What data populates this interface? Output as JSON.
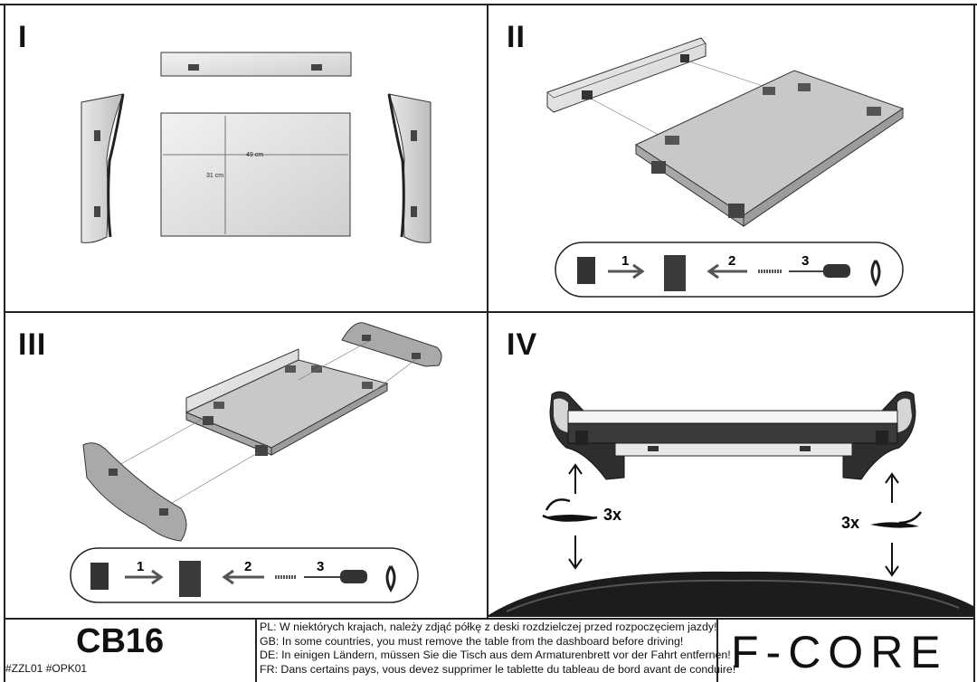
{
  "panels": [
    {
      "numeral": "I"
    },
    {
      "numeral": "II"
    },
    {
      "numeral": "III"
    },
    {
      "numeral": "IV"
    }
  ],
  "panel1": {
    "width_label": "49 cm",
    "height_label": "31 cm"
  },
  "steps": {
    "s1": "1",
    "s2": "2",
    "s3": "3"
  },
  "panel4": {
    "count_left": "3x",
    "count_right": "3x"
  },
  "footer": {
    "code": "CB16",
    "tags": "#ZZL01  #OPK01",
    "notes": [
      "PL: W niektórych krajach, należy zdjąć półkę z deski rozdzielczej przed rozpoczęciem jazdy!",
      "GB: In some countries, you must remove the table from the dashboard before driving!",
      "DE: In einigen Ländern, müssen Sie die Tisch aus dem Armaturenbrett vor der Fahrt entfernen!",
      "FR: Dans certains pays, vous devez supprimer le tablette du tableau de bord avant de conduire!"
    ],
    "brand": "F-CORE"
  }
}
